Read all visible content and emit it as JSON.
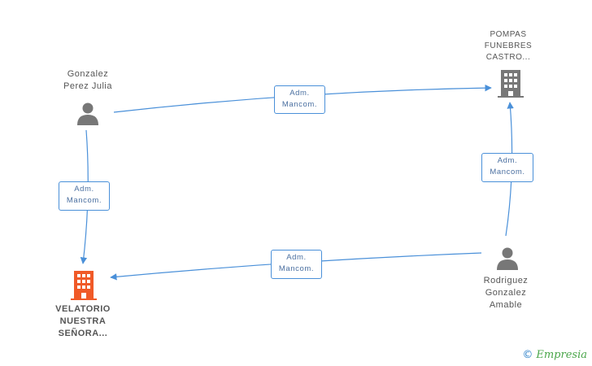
{
  "nodes": {
    "gonzalez": {
      "line1": "Gonzalez",
      "line2": "Perez Julia",
      "icon": "person-icon"
    },
    "pompas": {
      "line1": "POMPAS",
      "line2": "FUNEBRES",
      "line3": "CASTRO...",
      "icon": "building-icon"
    },
    "velatorio": {
      "line1": "VELATORIO",
      "line2": "NUESTRA",
      "line3": "SEÑORA...",
      "icon": "building-icon",
      "color": "#f05a28"
    },
    "rodriguez": {
      "line1": "Rodriguez",
      "line2": "Gonzalez",
      "line3": "Amable",
      "icon": "person-icon"
    }
  },
  "edges": {
    "e1": {
      "line1": "Adm.",
      "line2": "Mancom."
    },
    "e2": {
      "line1": "Adm.",
      "line2": "Mancom."
    },
    "e3": {
      "line1": "Adm.",
      "line2": "Mancom."
    },
    "e4": {
      "line1": "Adm.",
      "line2": "Mancom."
    }
  },
  "colors": {
    "edge": "#4a90d9",
    "icon_gray": "#777777",
    "highlight": "#f05a28"
  },
  "watermark": {
    "copyright": "©",
    "brand": "Empresia"
  }
}
